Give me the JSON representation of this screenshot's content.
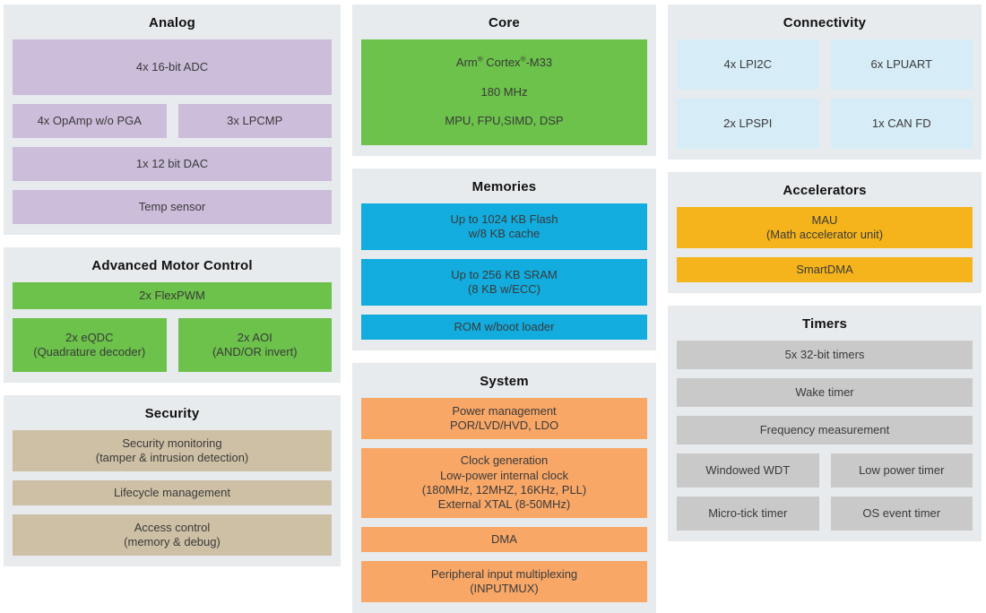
{
  "colors": {
    "page_bg": "#ffffff",
    "panel_bg": "#e7ebed",
    "analog_block": "#ccbdda",
    "motor_block": "#6cc24a",
    "security_block": "#cec0a5",
    "core_block": "#6cc24a",
    "memory_block": "#12acdf",
    "system_block": "#f8a767",
    "connectivity_block": "#d6ecf6",
    "accelerator_block": "#f5b41b",
    "timer_block": "#c9c9c9",
    "heading_text": "#111111",
    "block_text": "#3a3a3a"
  },
  "sections": {
    "analog": {
      "title": "Analog",
      "blocks": {
        "adc": "4x 16-bit ADC",
        "opamp": "4x OpAmp w/o PGA",
        "lpcmp": "3x LPCMP",
        "dac": "1x 12 bit DAC",
        "temp": "Temp sensor"
      }
    },
    "motor": {
      "title": "Advanced Motor Control",
      "blocks": {
        "flexpwm": "2x FlexPWM",
        "eqdc": "2x eQDC\n(Quadrature decoder)",
        "aoi": "2x AOI\n(AND/OR invert)"
      }
    },
    "security": {
      "title": "Security",
      "blocks": {
        "monitoring": "Security monitoring\n(tamper & intrusion detection)",
        "lifecycle": "Lifecycle management",
        "access": "Access control\n(memory & debug)"
      }
    },
    "core": {
      "title": "Core",
      "cpu": {
        "name_parts": [
          "Arm",
          "®",
          " Cortex",
          "®",
          "-M33"
        ],
        "freq": "180 MHz",
        "features": "MPU, FPU,SIMD, DSP"
      }
    },
    "memories": {
      "title": "Memories",
      "blocks": {
        "flash": "Up to 1024 KB Flash\nw/8 KB cache",
        "sram": "Up to 256 KB SRAM\n(8 KB w/ECC)",
        "rom": "ROM w/boot loader"
      }
    },
    "system": {
      "title": "System",
      "blocks": {
        "power": "Power management\nPOR/LVD/HVD, LDO",
        "clock": "Clock generation\nLow-power internal clock\n(180MHz, 12MHZ, 16KHz, PLL)\nExternal XTAL (8-50MHz)",
        "dma": "DMA",
        "inputmux": "Peripheral input multiplexing\n(INPUTMUX)"
      }
    },
    "connectivity": {
      "title": "Connectivity",
      "blocks": {
        "lpi2c": "4x LPI2C",
        "lpuart": "6x LPUART",
        "lpspi": "2x LPSPI",
        "canfd": "1x CAN FD"
      }
    },
    "accelerators": {
      "title": "Accelerators",
      "blocks": {
        "mau": "MAU\n(Math accelerator unit)",
        "smartdma": "SmartDMA"
      }
    },
    "timers": {
      "title": "Timers",
      "blocks": {
        "timers32": "5x 32-bit timers",
        "wake": "Wake timer",
        "freqmeas": "Frequency measurement",
        "wwdt": "Windowed WDT",
        "lowpower": "Low power timer",
        "microtick": "Micro-tick timer",
        "osevent": "OS event timer"
      }
    }
  }
}
